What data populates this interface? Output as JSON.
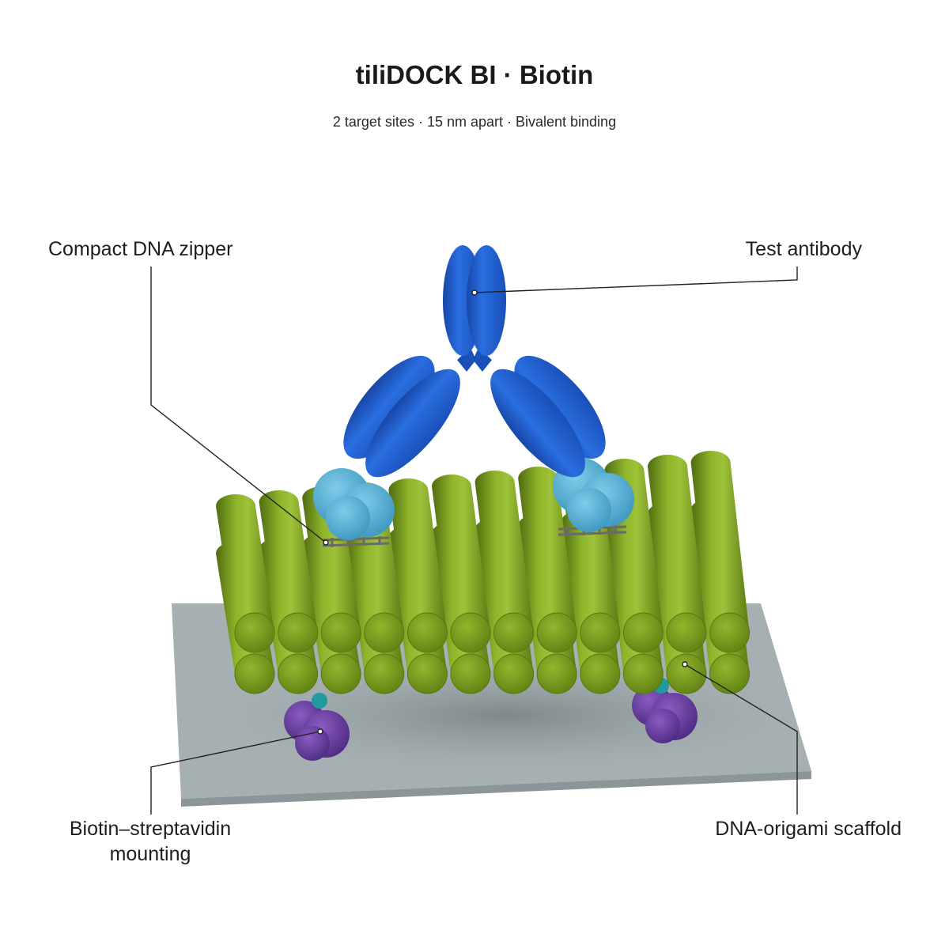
{
  "header": {
    "title": "tiliDOCK BI · Biotin",
    "subtitle": "2 target sites · 15 nm apart · Bivalent binding"
  },
  "callouts": {
    "zipper": "Compact DNA zipper",
    "antibody": "Test antibody",
    "mounting_line1": "Biotin–streptavidin",
    "mounting_line2": "mounting",
    "scaffold": "DNA-origami scaffold"
  },
  "colors": {
    "antibody": "#1f5fcf",
    "antigen": "#5bb6d8",
    "scaffold": "#7fa11e",
    "streptavidin": "#6a3fa0",
    "biotin": "#1f9aa0",
    "surface": "#a6b0b2"
  }
}
